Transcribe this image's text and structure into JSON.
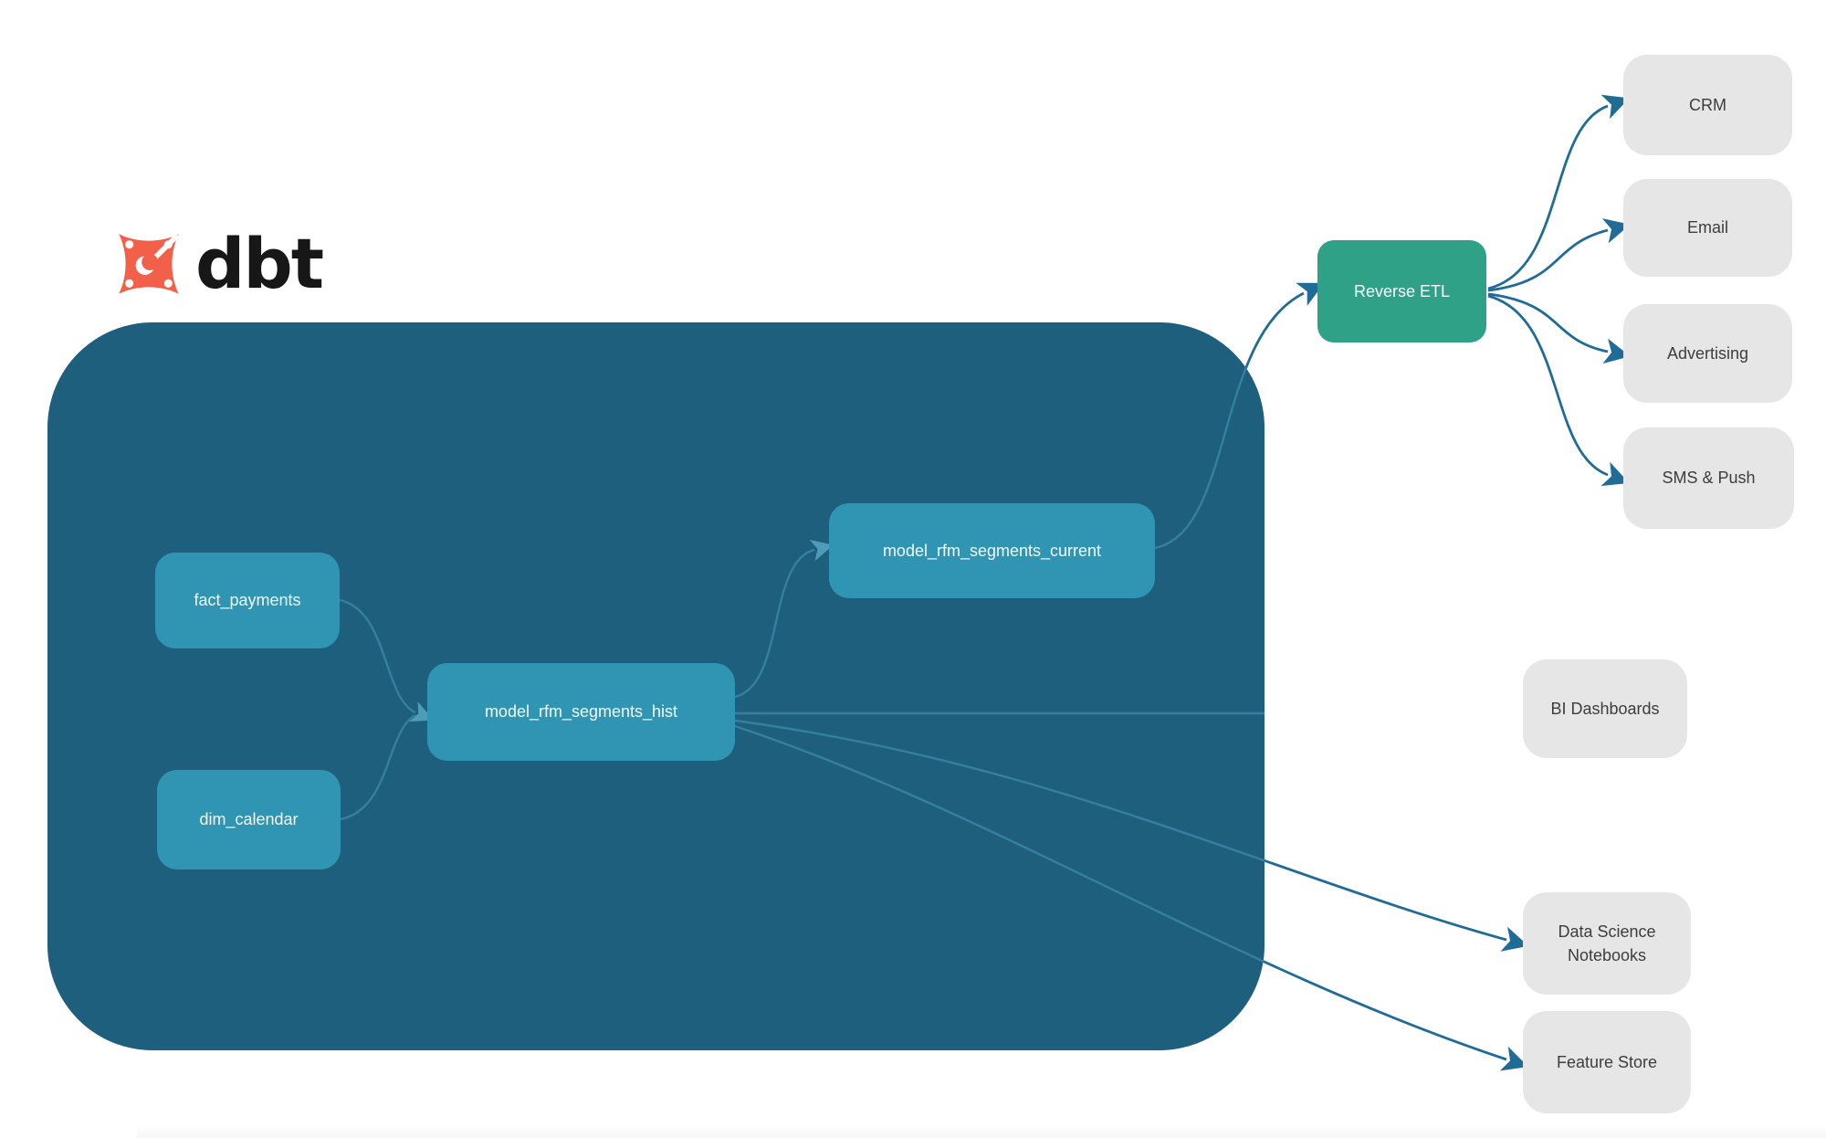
{
  "logo": {
    "brand": "dbt",
    "icon": "dbt-star-icon"
  },
  "nodes": {
    "fact_payments": {
      "label": "fact_payments",
      "kind": "dbt-model"
    },
    "dim_calendar": {
      "label": "dim_calendar",
      "kind": "dbt-model"
    },
    "model_rfm_segments_hist": {
      "label": "model_rfm_segments_hist",
      "kind": "dbt-model"
    },
    "model_rfm_segments_current": {
      "label": "model_rfm_segments_current",
      "kind": "dbt-model"
    },
    "reverse_etl": {
      "label": "Reverse ETL",
      "kind": "process"
    },
    "crm": {
      "label": "CRM",
      "kind": "destination"
    },
    "email": {
      "label": "Email",
      "kind": "destination"
    },
    "advertising": {
      "label": "Advertising",
      "kind": "destination"
    },
    "sms_push": {
      "label": "SMS & Push",
      "kind": "destination"
    },
    "bi_dashboards": {
      "label": "BI Dashboards",
      "kind": "destination"
    },
    "data_science_notebooks": {
      "label": "Data Science Notebooks",
      "kind": "destination"
    },
    "feature_store": {
      "label": "Feature Store",
      "kind": "destination"
    }
  },
  "edges": [
    {
      "from": "fact_payments",
      "to": "model_rfm_segments_hist"
    },
    {
      "from": "dim_calendar",
      "to": "model_rfm_segments_hist"
    },
    {
      "from": "model_rfm_segments_hist",
      "to": "model_rfm_segments_current"
    },
    {
      "from": "model_rfm_segments_current",
      "to": "reverse_etl"
    },
    {
      "from": "reverse_etl",
      "to": "crm"
    },
    {
      "from": "reverse_etl",
      "to": "email"
    },
    {
      "from": "reverse_etl",
      "to": "advertising"
    },
    {
      "from": "reverse_etl",
      "to": "sms_push"
    },
    {
      "from": "model_rfm_segments_hist",
      "to": "bi_dashboards"
    },
    {
      "from": "model_rfm_segments_hist",
      "to": "data_science_notebooks"
    },
    {
      "from": "model_rfm_segments_hist",
      "to": "feature_store"
    }
  ],
  "colors": {
    "container_teal": "#1E5F7E",
    "model_node_teal": "#3095B3",
    "reverse_etl_green": "#2EA186",
    "destination_gray": "#E6E6E6",
    "destination_text": "#3D3D3D",
    "edge_outside": "#1F6C96",
    "edge_inside": "#35809F",
    "dbt_orange": "#F3604A",
    "background": "#FFFFFF"
  }
}
